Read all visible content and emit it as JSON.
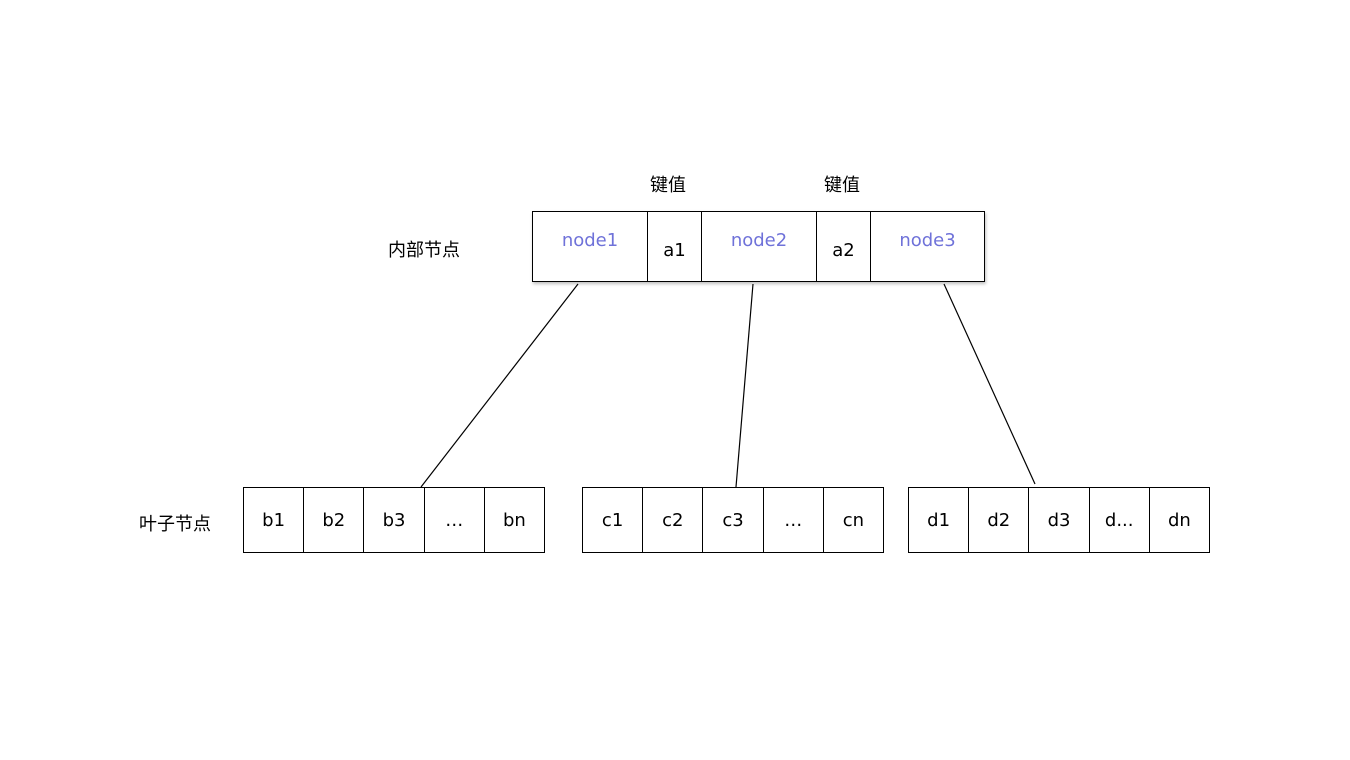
{
  "labels": {
    "key_value_1": "键值",
    "key_value_2": "键值",
    "internal_node": "内部节点",
    "leaf_node": "叶子节点"
  },
  "internal_node": {
    "cells": [
      "node1",
      "a1",
      "node2",
      "a2",
      "node3"
    ]
  },
  "leaf_nodes": [
    {
      "cells": [
        "b1",
        "b2",
        "b3",
        "…",
        "bn"
      ]
    },
    {
      "cells": [
        "c1",
        "c2",
        "c3",
        "…",
        "cn"
      ]
    },
    {
      "cells": [
        "d1",
        "d2",
        "d3",
        "d...",
        "dn"
      ]
    }
  ],
  "colors": {
    "pointer_text": "#6f72d9",
    "border": "#000000",
    "text": "#000000"
  }
}
